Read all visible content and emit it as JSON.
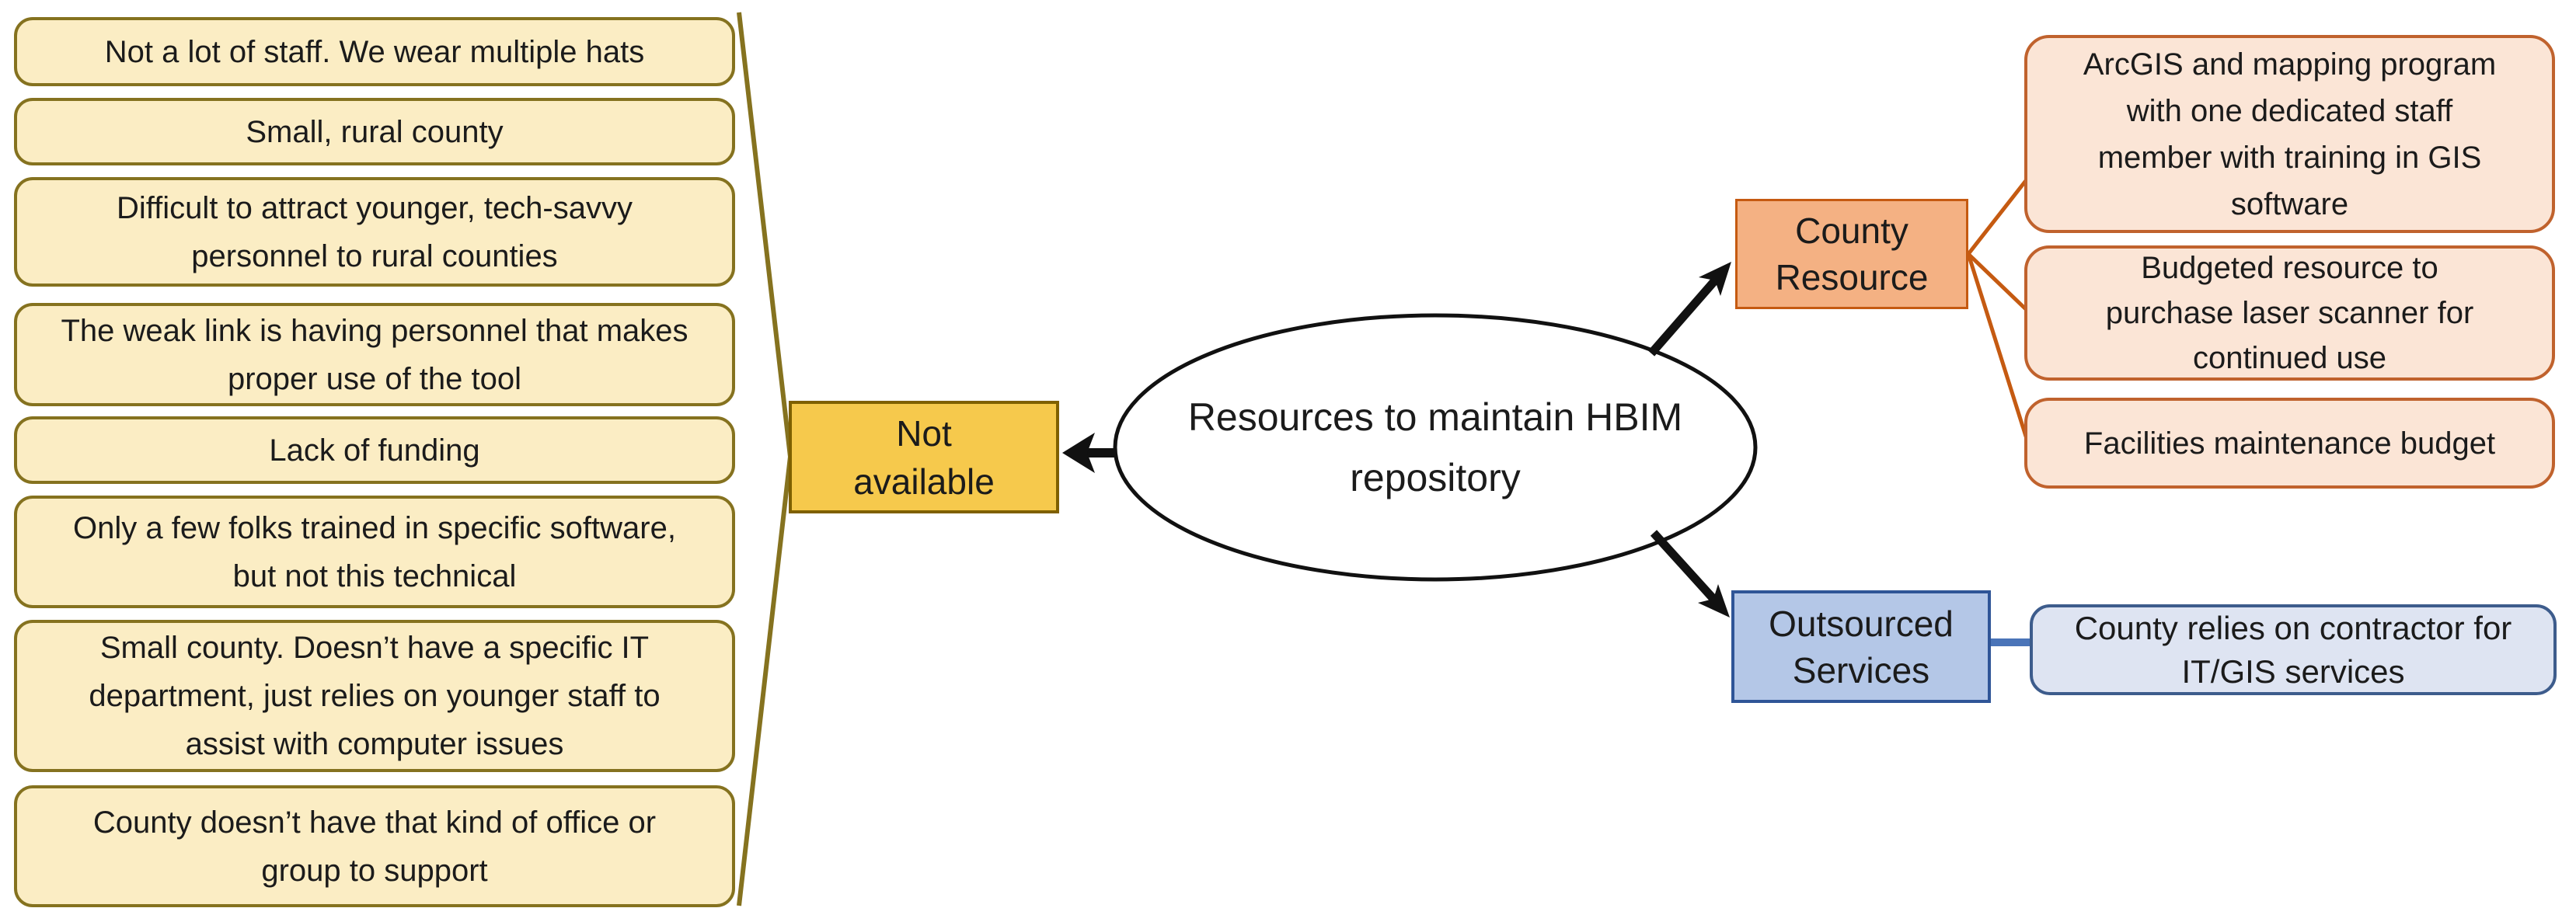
{
  "diagram": {
    "center": {
      "label": "Resources to maintain HBIM repository"
    },
    "branches": {
      "not_available": {
        "label": "Not available",
        "items": [
          "Not a lot of staff. We wear multiple hats",
          "Small, rural county",
          "Difficult to attract younger, tech-savvy personnel to rural counties",
          "The weak link is having personnel that makes proper use of the tool",
          "Lack of funding",
          "Only a few folks trained in specific software, but not this technical",
          "Small county. Doesn’t have a specific IT department, just relies on younger staff to assist with computer issues",
          "County doesn’t have that kind of office or group to support"
        ]
      },
      "county_resource": {
        "label": "County Resource",
        "items": [
          "ArcGIS and mapping program with one dedicated staff member with training in GIS software",
          "Budgeted resource to purchase laser scanner for continued use",
          "Facilities maintenance budget"
        ]
      },
      "outsourced_services": {
        "label": "Outsourced Services",
        "items": [
          "County relies on contractor for IT/GIS services"
        ]
      }
    },
    "colors": {
      "cream_fill": "#FBEDC4",
      "cream_border": "#85721F",
      "gold_fill": "#F6C94C",
      "gold_border": "#7F6000",
      "orange_fill": "#F4B183",
      "orange_light_fill": "#FBE5D6",
      "orange_border": "#C55A11",
      "blue_fill": "#B4C7E7",
      "blue_light_fill": "#DEE4F2",
      "blue_border": "#2F5597",
      "blue_connector": "#4A74B8",
      "arrow_color": "#111111"
    }
  }
}
